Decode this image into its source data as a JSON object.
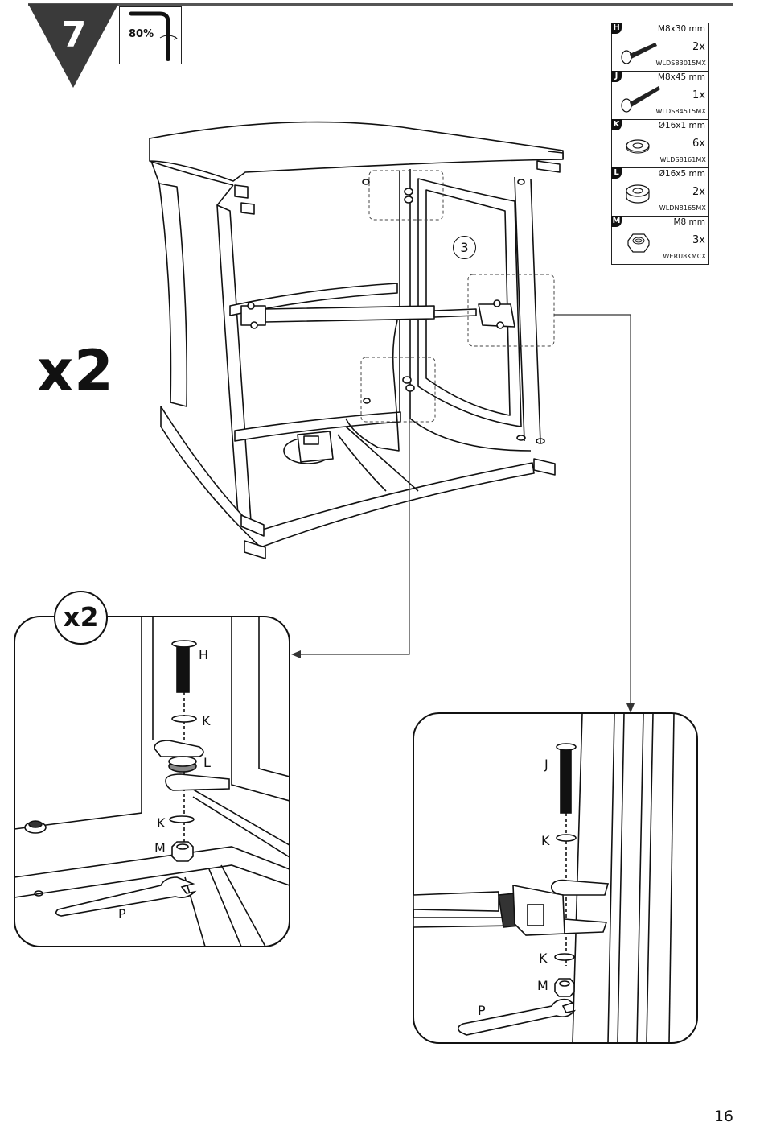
{
  "step": {
    "number": "7",
    "tool_percent": "80%"
  },
  "quantity_multiplier": "x2",
  "parts": [
    {
      "id": "H",
      "size": "M8x30 mm",
      "qty": "2x",
      "code": "WLDS83015MX",
      "icon": "bolt-short-icon"
    },
    {
      "id": "J",
      "size": "M8x45 mm",
      "qty": "1x",
      "code": "WLDS84515MX",
      "icon": "bolt-long-icon"
    },
    {
      "id": "K",
      "size": "Ø16x1 mm",
      "qty": "6x",
      "code": "WLDS8161MX",
      "icon": "thin-washer-icon"
    },
    {
      "id": "L",
      "size": "Ø16x5 mm",
      "qty": "2x",
      "code": "WLDN8165MX",
      "icon": "thick-washer-icon"
    },
    {
      "id": "M",
      "size": "M8 mm",
      "qty": "3x",
      "code": "WERU8KMCX",
      "icon": "lock-nut-icon"
    }
  ],
  "overview": {
    "circle_label": "3"
  },
  "detail_left": {
    "badge": "x2",
    "labels": {
      "h": "H",
      "k1": "K",
      "l": "L",
      "k2": "K",
      "m": "M",
      "p": "P"
    }
  },
  "detail_right": {
    "labels": {
      "j": "J",
      "k1": "K",
      "k2": "K",
      "m": "M",
      "p": "P"
    }
  },
  "page_number": "16"
}
